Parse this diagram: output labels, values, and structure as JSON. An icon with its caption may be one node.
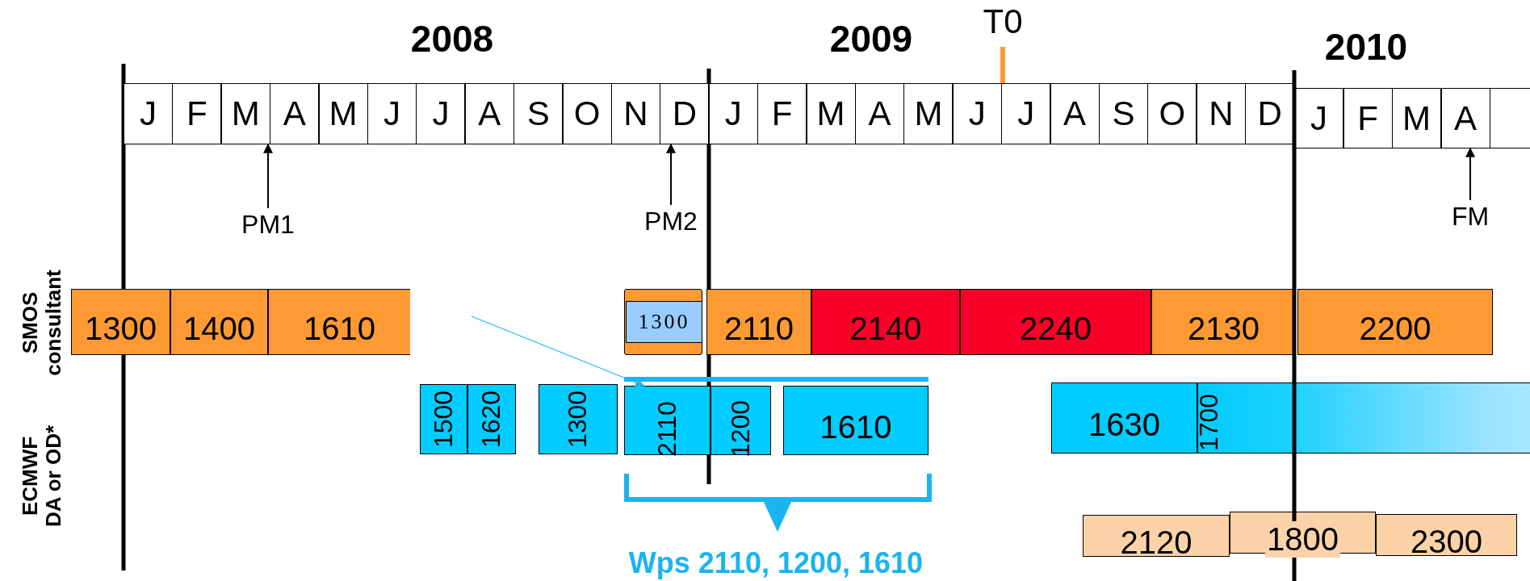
{
  "diagram": {
    "nodes": [
      {
        "text": [
          "J"
        ]
      },
      {
        "text": [
          "F"
        ]
      },
      {
        "text": [
          "M"
        ]
      },
      {
        "text": [
          "A"
        ]
      },
      {
        "text": [
          "M"
        ]
      },
      {
        "text": [
          "J"
        ]
      },
      {
        "text": [
          "J"
        ]
      },
      {
        "text": [
          "A"
        ]
      },
      {
        "text": [
          "S"
        ]
      },
      {
        "text": [
          "O"
        ]
      },
      {
        "text": [
          "N"
        ]
      },
      {
        "text": [
          "D"
        ]
      },
      {
        "text": [
          "J"
        ]
      },
      {
        "text": [
          "F"
        ]
      },
      {
        "text": [
          "M"
        ]
      },
      {
        "text": [
          "A"
        ]
      },
      {
        "text": [
          "M"
        ]
      },
      {
        "text": [
          "J"
        ]
      },
      {
        "text": [
          "J"
        ]
      },
      {
        "text": [
          "A"
        ]
      },
      {
        "text": [
          "S"
        ]
      },
      {
        "text": [
          "O"
        ]
      },
      {
        "text": [
          "N"
        ]
      },
      {
        "text": [
          "D"
        ]
      },
      {
        "text": [
          "J"
        ]
      },
      {
        "text": [
          "F"
        ]
      },
      {
        "text": [
          "M"
        ]
      },
      {
        "text": [
          "A"
        ]
      },
      {
        "text": [],
        "shape": "box"
      },
      {
        "text": [
          "PM1"
        ]
      },
      {
        "text": [
          "PM2"
        ]
      },
      {
        "text": [
          "FM"
        ]
      },
      {
        "text": [
          "1300"
        ]
      },
      {
        "text": [
          "1400"
        ]
      },
      {
        "text": [
          "1610"
        ]
      },
      {
        "text": [],
        "shape": "bar"
      },
      {
        "text": [
          "1300"
        ],
        "in": 35
      },
      {
        "text": [
          "2110"
        ]
      },
      {
        "text": [
          "2140"
        ]
      },
      {
        "text": [
          "2240"
        ]
      },
      {
        "text": [
          "2130"
        ]
      },
      {
        "text": [
          "2200"
        ]
      },
      {
        "text": [
          "1500"
        ]
      },
      {
        "text": [
          "1620"
        ]
      },
      {
        "text": [
          "1300"
        ]
      },
      {
        "text": [
          "2110"
        ]
      },
      {
        "text": [
          "1200"
        ]
      },
      {
        "text": [
          "1610"
        ]
      },
      {
        "text": [
          "1630"
        ]
      },
      {
        "text": [
          "1700"
        ]
      },
      {
        "text": [
          "2120"
        ]
      },
      {
        "text": [
          "1800"
        ]
      },
      {
        "text": [
          "2300"
        ]
      }
    ],
    "edges": [
      {
        "from": 29,
        "to": 3,
        "arrow": "to"
      },
      {
        "from": 30,
        "to": 11,
        "arrow": "to"
      },
      {
        "from": 31,
        "to": 27,
        "arrow": "to"
      },
      {
        "from": null,
        "to": 45,
        "arrow": "to",
        "color": "#22b8f5"
      }
    ],
    "labels": [
      "2008",
      "2009",
      "T0",
      "2010",
      "SMOS consultant",
      "ECMWF DA or OD*",
      "Wps 2110, 1200, 1610"
    ]
  }
}
